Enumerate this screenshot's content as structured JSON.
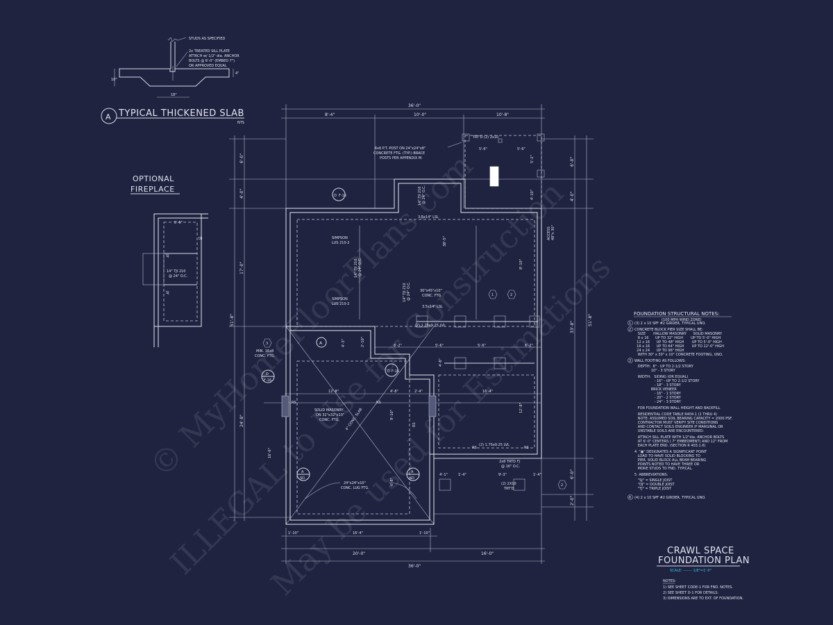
{
  "detail": {
    "title": "TYPICAL THICKENED SLAB",
    "marker": "A",
    "scale": "NTS",
    "note_studs": "STUDS AS SPECIFIED",
    "note_sill": [
      "2x TREATED SILL PLATE",
      "ATTACH w/ 1/2\" dia. ANCHOR",
      "BOLTS @ 6'-0\" (EMBED 7\")",
      "OR APPROVED EQUAL"
    ],
    "dim_width": "18\"",
    "dim_depth": "10\"",
    "dim_slab": "4\""
  },
  "fireplace": {
    "title_1": "OPTIONAL",
    "title_2": "FIREPLACE",
    "dim": "5'-6\"",
    "joist_1": "14\" TJI 210",
    "joist_2": "@ 24\" O.C.",
    "labels": [
      "SJ",
      "SJ",
      "DJ"
    ]
  },
  "plan": {
    "dims_top": {
      "overall": "36'-0\"",
      "segments": [
        "8'-4\"",
        "10'-0\"",
        "10'-8\""
      ]
    },
    "dims_bottom": {
      "overall": "36'-0\"",
      "segments": [
        "20'-0\"",
        "16'-0\""
      ],
      "inner": [
        "1'-10\"",
        "16'-4\"",
        "1'-10\""
      ]
    },
    "dims_left": {
      "overall": "51'-8\"",
      "segments": [
        "6'-0\"",
        "4'-0\"",
        "17'-0\"",
        "24'-8\""
      ],
      "inner": "16'-6\""
    },
    "dims_right": {
      "overall": "51'-8\"",
      "segments": [
        "6'-0\"",
        "4'-0\"",
        "33'-8\"",
        "6'-0\"",
        "2'-0\""
      ]
    },
    "deck": {
      "beam": "TRT'D (2) 2x10",
      "dims": [
        "5'-6\"",
        "5'-6\"",
        "5'-2\"",
        "4'-10\""
      ]
    },
    "post_note": [
      "6x6 P.T. POST ON 24\"x24\"x8\"",
      "CONCRETE FTG. (TYP.) BRACE",
      "POSTS PER APPENDIX M."
    ],
    "beam_lsl_1": "3.5x14\" LSL",
    "beam_lsl_2": "3.5x14\" LSL",
    "lvl_1": "(2) 1.75x9.25 LVL",
    "lvl_2": "(2) 1.75x9.25 LVL",
    "simpson_1": [
      "SIMPSON",
      "LUS 210-2"
    ],
    "simpson_2": [
      "SIMPSON",
      "LUS 210-2"
    ],
    "joists_a": [
      "14\" TJI 210",
      "@ 24\" O.C."
    ],
    "joists_b": [
      "14\" TJI 210",
      "@ 24\" O.C."
    ],
    "joists_c": [
      "14\" TJI 210",
      "@ 24\" O.C."
    ],
    "ftg_30": [
      "30\"x45\"x10\"",
      "CONC. FTG."
    ],
    "access": [
      "ACCESS",
      "48\"x 30\""
    ],
    "dim_38": "38'-5\"",
    "dim_8_10": "8'-10\"",
    "dim_mid": [
      "6'-2\"",
      "5'-6\"",
      "5'-6\"",
      "6'-2\"",
      "4'-3\"",
      "2'-10\"",
      "4'-8\"",
      "12'-8\"",
      "4'-8\"",
      "2'-4\"",
      "16'-4\"",
      "12'-8\"",
      "9'-10\"",
      "6'-8\""
    ],
    "min_ftg": [
      "MIN. 16x8",
      "CONC. FTG."
    ],
    "solid_masonry": [
      "SOLID MASONRY",
      "ON 32\"x32\"x10\"",
      "CONC. FTG."
    ],
    "conc_slab": "4\" CONC. SLAB",
    "lug_ftg": [
      "24\"x24\"x10\"",
      "CONC. LUG FTG."
    ],
    "rs": "RS",
    "porch_joist": [
      "2x8 TRTD FJ",
      "@ 16\" O.C."
    ],
    "porch_beam": [
      "(2) 2X10",
      "TRT'D"
    ],
    "porch_dims": [
      "4'-1\"",
      "1'-4\"",
      "9'-3\"",
      "1'-4\""
    ],
    "markers": {
      "d_f16": [
        "D",
        "F-16"
      ],
      "a": "A",
      "a_sd": [
        "A",
        "SD"
      ],
      "hex": [
        "1",
        "2",
        "3",
        "2"
      ]
    }
  },
  "notes": {
    "title": "FOUNDATION STRUCTURAL NOTES:",
    "subtitle": "(100 MPH WIND ZONE)",
    "lines": [
      "(3) 2 x 10 SPF #2 GIRDER, TYPICAL UNO.",
      "CONCRETE BLOCK PIER SIZE SHALL BE:",
      "   SIZE       HALLOW MASONRY      SOLID MASONRY",
      "   8 x 16      UP TO 32\" HIGH       UP TO 5'-0\" HIGH",
      "  12 x 16      UP TO 48\" HIGH       UP TO 5'-0\" HIGH",
      "  16 x 16      UP TO 64\" HIGH       UP TO 12'-0\" HIGH",
      "  24 x 24      UP TO 96\" HIGH",
      "   WITH 30\" x 30\" x 10\" CONCRETE FOOTING, UNO.",
      "WALL FOOTING AS FOLLOWS:",
      "   DEPTH:  8\" - UP TO 2-1/2 STORY",
      "               10\" - 3 STORY",
      "   WIDTH:   SIDING (OR EQUAL)",
      "                  - 16\" - UP TO 2-1/2 STORY",
      "                  - 18\" - 3 STORY",
      "               BRICK VENEER",
      "                  - 16\" - 1 STORY",
      "                  - 20\" - 2 STORY",
      "                  - 24\" - 3 STORY",
      "   FOR FOUNDATION WALL HEIGHT AND BACKFILL",
      "   RESIDENTIAL CODE TABLE R404.1 (1 THRU 4)",
      "   NOTE: ASSUMED SOIL BEARING CAPACITY = 2000 PSF.",
      "   CONTRACTOR MUST VERIFY SITE CONDITIONS",
      "   AND CONTACT SOILS ENGINEER IF MARGINAL OR",
      "   UNSTABLE SOILS ARE ENCOUNTERED.",
      "   ATTACH SILL PLATE WITH 1/2\"dia. ANCHOR BOLTS",
      "   AT 6'-0\" CENTERS ( 7\" EMBEDMENT) AND 12\" FROM",
      "   EACH PLATE END. (SECTION R 403.1.6)",
      "4  \"▣\" DESIGNATES A SIGNIFICANT POINT",
      "   LOAD TO HAVE SOLID BLOCKING TO",
      "   PIER. SOLID BLOCK ALL BEAM BEARING",
      "   POINTS NOTED TO HAVE THREE OR",
      "   MORE STUDS TO FND. TYPICAL.",
      "5  ABBREVIATIONS:",
      "   \"SJ\" = SINGLE JOIST",
      "   \"DJ\" = DOUBLE JOIST",
      "   \"TJ\" = TRIPLE JOIST",
      "(4) 2 x 10 SPF #2 GIRDER, TYPICAL UNO."
    ],
    "circled": [
      "1",
      "2",
      "3",
      "6"
    ]
  },
  "title_block": {
    "title_1": "CRAWL SPACE",
    "title_2": "FOUNDATION PLAN",
    "scale": "SCALE: ------- 1/8\"=1'-0\"",
    "notes_heading": "NOTES:",
    "notes": [
      "1) SEE SHEET CODE-1 FOR FND. NOTES.",
      "2) SEE SHEET D-1 FOR DETAILS.",
      "3) DIMENSIONS ARE TO EXT. OF FOUNDATION."
    ]
  },
  "watermark": {
    "line_1": "© MyHomeFloorPlans.com",
    "line_2": "ILLEGAL to Use for Construction",
    "line_3": "May be used for Estimations"
  },
  "colors": {
    "background": "#1f2340",
    "lines": "#d9dce8",
    "scale_accent": "#33c9e6"
  }
}
